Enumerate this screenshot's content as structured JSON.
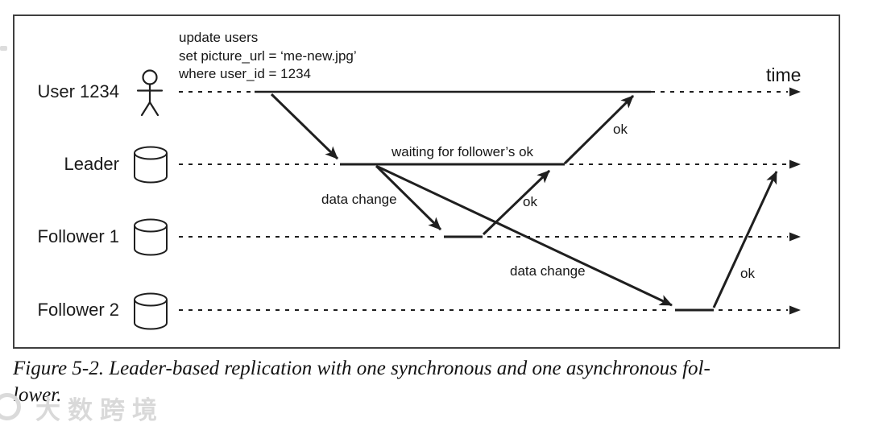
{
  "figure": {
    "caption_line1": "Figure 5-2. Leader-based replication with one synchronous and one asynchronous fol-",
    "caption_line2": "lower."
  },
  "actors": [
    {
      "label": "User 1234",
      "icon": "person"
    },
    {
      "label": "Leader",
      "icon": "database"
    },
    {
      "label": "Follower 1",
      "icon": "database"
    },
    {
      "label": "Follower 2",
      "icon": "database"
    }
  ],
  "query": {
    "lines": [
      "update users",
      "set picture_url = ‘me-new.jpg’",
      "where user_id = 1234"
    ]
  },
  "labels": {
    "waiting": "waiting for follower’s ok",
    "data_change_sync": "data change",
    "data_change_async": "data change",
    "ok_from_follower1": "ok",
    "ok_to_user": "ok",
    "ok_from_follower2": "ok",
    "time_axis": "time"
  },
  "watermark": {
    "text": "大数跨境"
  },
  "colors": {
    "line": "#1f1f1f",
    "text": "#161616",
    "border": "#3f3f3f",
    "watermark": "#d9d9d9",
    "background": "#ffffff"
  }
}
